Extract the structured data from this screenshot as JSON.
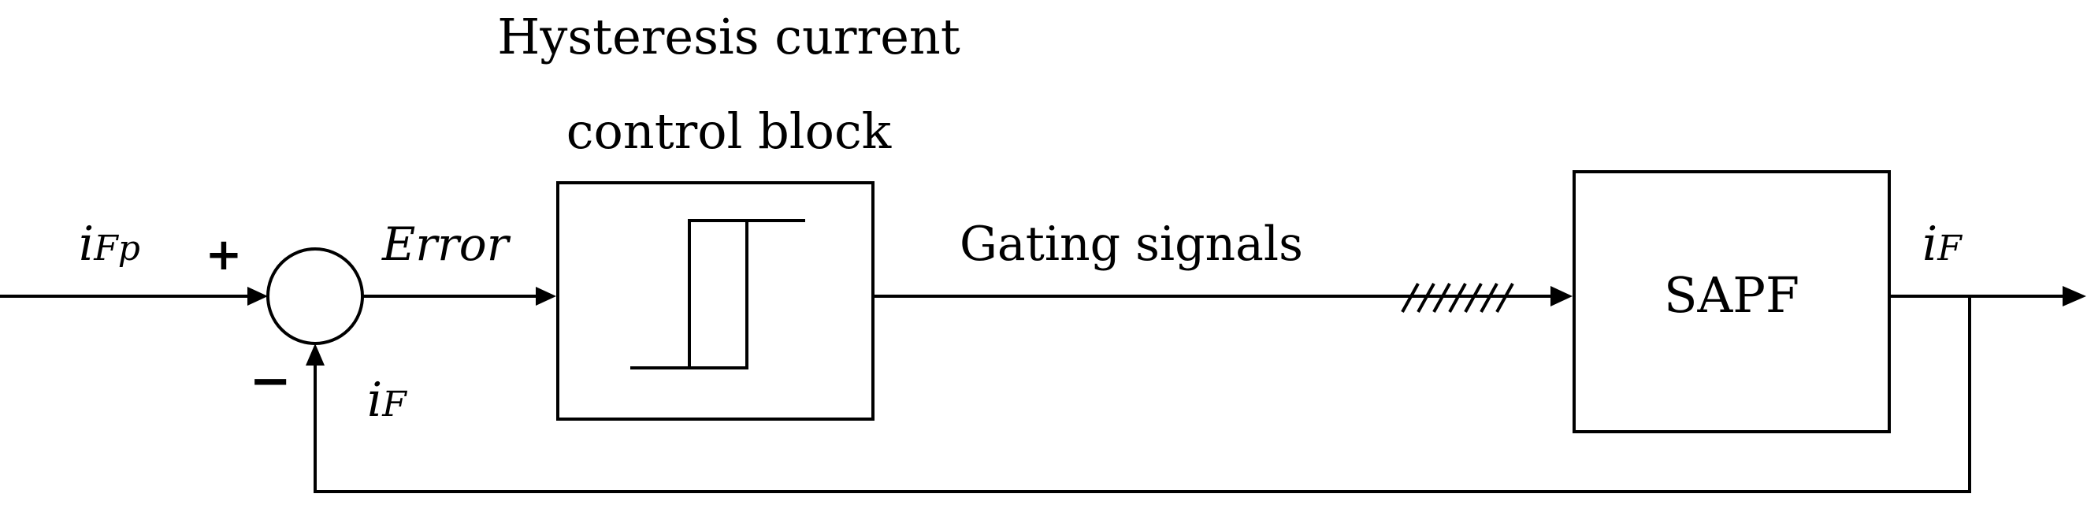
{
  "hysteresis_block": {
    "title_line1": "Hysteresis current",
    "title_line2": "control block"
  },
  "plant_block": {
    "label": "SAPF"
  },
  "signals": {
    "reference_main": "i",
    "reference_sub": "Fp",
    "error": "Error",
    "gating": "Gating signals",
    "output_main": "i",
    "output_sub": "F",
    "feedback_main": "i",
    "feedback_sub": "F"
  },
  "summing_junction": {
    "plus_sign": "+",
    "minus_sign": "−"
  }
}
